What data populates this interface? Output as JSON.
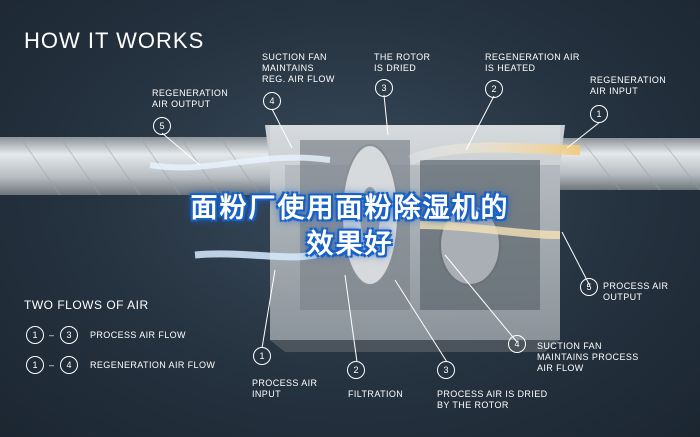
{
  "title": "HOW IT WORKS",
  "callouts_top": [
    {
      "num": "5",
      "text": "REGENERATION\nAIR OUTPUT"
    },
    {
      "num": "4",
      "text": "SUCTION FAN\nMAINTAINS\nREG. AIR FLOW"
    },
    {
      "num": "3",
      "text": "THE ROTOR\nIS DRIED"
    },
    {
      "num": "2",
      "text": "REGENERATION AIR\nIS HEATED"
    },
    {
      "num": "1",
      "text": "REGENERATION\nAIR INPUT"
    }
  ],
  "callouts_right": [
    {
      "num": "5",
      "text": "PROCESS AIR\nOUTPUT"
    },
    {
      "num": "4",
      "text": "SUCTION FAN\nMAINTAINS PROCESS\nAIR FLOW"
    }
  ],
  "callouts_bottom": [
    {
      "num": "1",
      "text": "PROCESS AIR\nINPUT"
    },
    {
      "num": "2",
      "text": "FILTRATION"
    },
    {
      "num": "3",
      "text": "PROCESS AIR IS DRIED\nBY THE ROTOR"
    }
  ],
  "legend": {
    "title": "TWO FLOWS OF AIR",
    "rows": [
      {
        "from": "1",
        "dash": "–",
        "to": "3",
        "label": "PROCESS AIR FLOW"
      },
      {
        "from": "1",
        "dash": "–",
        "to": "4",
        "label": "REGENERATION AIR FLOW"
      }
    ]
  },
  "overlay": {
    "line1": "面粉厂使用面粉除湿机的",
    "line2": "效果好"
  },
  "colors": {
    "background": "#25323f",
    "overlay_glow": "#1a62c6",
    "hot_air": "#f3d9a0",
    "cool_air": "#bfe0ff"
  }
}
